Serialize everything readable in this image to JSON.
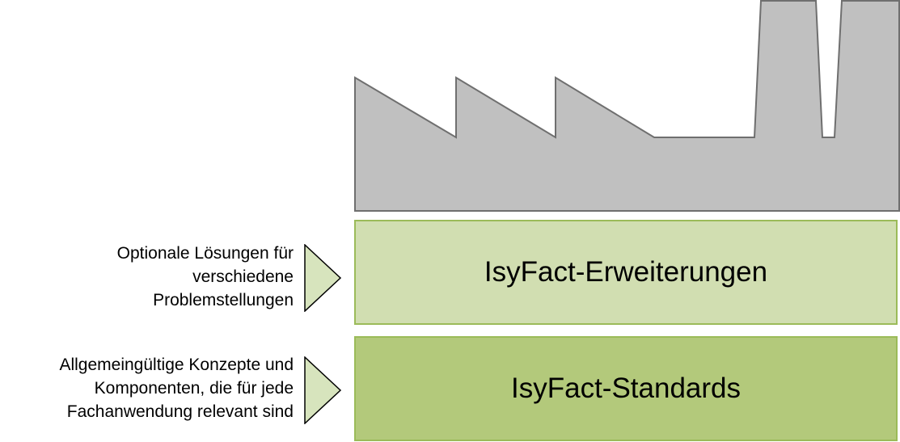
{
  "factory": {
    "icon": "factory-icon",
    "fill": "#c0c0c0",
    "stroke": "#6f6f6f"
  },
  "layers": {
    "extensions": {
      "label": "IsyFact-Erweiterungen",
      "description": [
        "Optionale Lösungen für",
        "verschiedene",
        "Problemstellungen"
      ],
      "fill": "#d1deb1"
    },
    "standards": {
      "label": "IsyFact-Standards",
      "description": [
        "Allgemeingültige Konzepte und",
        "Komponenten, die für jede",
        "Fachanwendung relevant sind"
      ],
      "fill": "#b3c97b"
    }
  },
  "colors": {
    "border": "#9bbb59",
    "arrow_fill": "#d7e4bd",
    "arrow_stroke": "#000000"
  }
}
